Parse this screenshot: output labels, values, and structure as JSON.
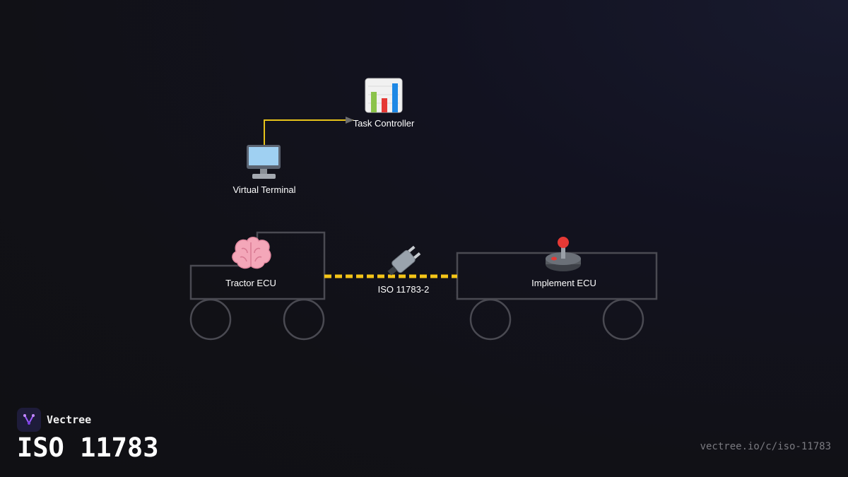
{
  "diagram": {
    "nodes": {
      "task_controller": {
        "label": "Task Controller",
        "icon": "bar-chart-icon"
      },
      "virtual_terminal": {
        "label": "Virtual Terminal",
        "icon": "desktop-computer-icon"
      },
      "tractor_ecu": {
        "label": "Tractor ECU",
        "icon": "brain-icon"
      },
      "bus": {
        "label": "ISO 11783-2",
        "icon": "plug-icon"
      },
      "implement_ecu": {
        "label": "Implement ECU",
        "icon": "joystick-icon"
      }
    },
    "edges": [
      {
        "from": "virtual_terminal",
        "to": "task_controller",
        "style": "solid",
        "color": "#e6c21a"
      },
      {
        "from": "tractor_ecu",
        "to": "implement_ecu",
        "via": "bus",
        "style": "dashed",
        "color": "#f5c518"
      }
    ],
    "colors": {
      "outline": "#4a4a52",
      "connector": "#f5c518"
    }
  },
  "footer": {
    "brand_name": "Vectree",
    "title": "ISO 11783",
    "url": "vectree.io/c/iso-11783"
  }
}
